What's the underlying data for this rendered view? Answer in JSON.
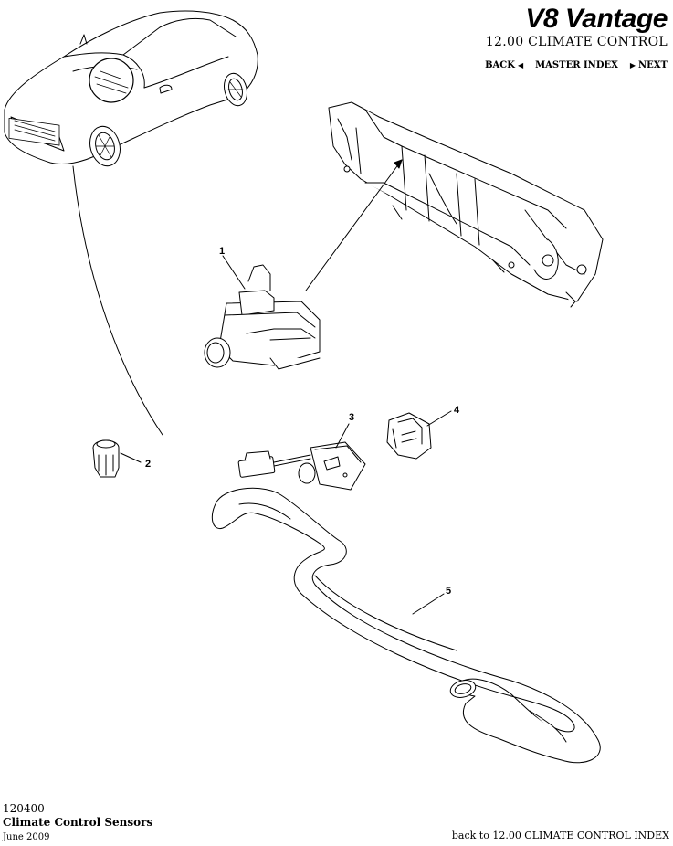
{
  "header": {
    "brand": "V8 Vantage",
    "section_title": "12.00 CLIMATE CONTROL",
    "nav": {
      "back": "BACK",
      "master_index": "MASTER INDEX",
      "next": "NEXT"
    }
  },
  "callouts": [
    "1",
    "2",
    "3",
    "4",
    "5"
  ],
  "footer": {
    "code": "120400",
    "title": "Climate Control Sensors",
    "date": "June 2009",
    "index_link": "back to 12.00 CLIMATE CONTROL INDEX"
  }
}
